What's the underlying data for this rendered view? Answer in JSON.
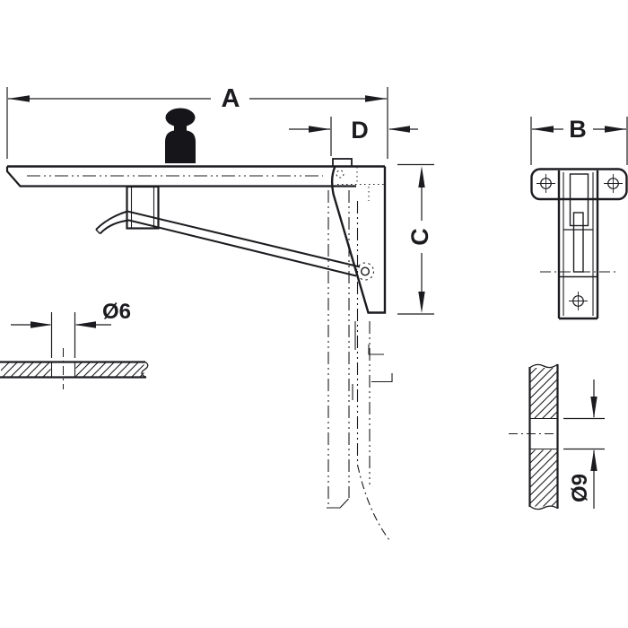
{
  "drawing": {
    "background": "#ffffff",
    "line_color": "#1c1c20",
    "views": {
      "side": {
        "dim_width": "A",
        "dim_plate_depth": "D",
        "dim_height": "C"
      },
      "front": {
        "dim_width": "B"
      },
      "section_tabletop": {
        "dim_hole": "Ø6"
      },
      "section_wall": {
        "dim_hole": "Ø9"
      }
    },
    "icons": [
      "weight-icon",
      "fold-direction-arc",
      "pivot-point",
      "screw-hole-cross"
    ]
  }
}
